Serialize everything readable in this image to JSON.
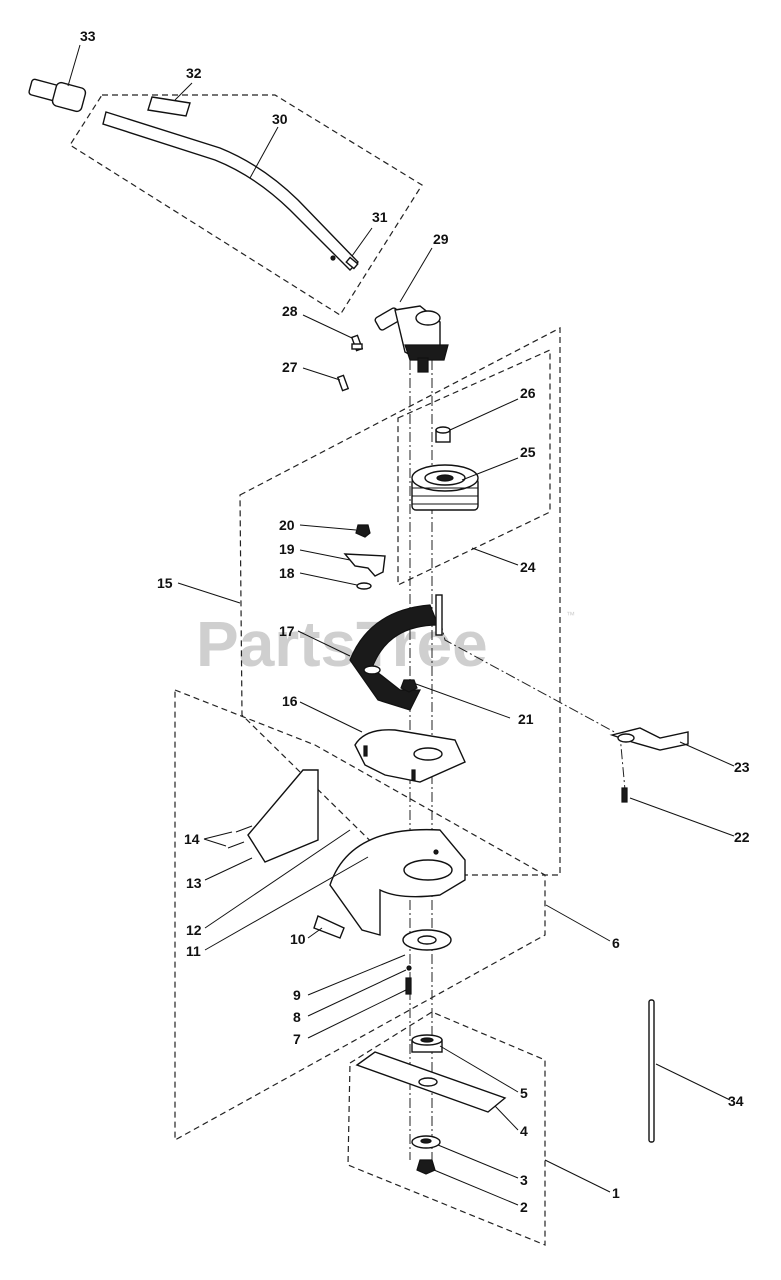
{
  "watermark": {
    "text": "PartsTree",
    "trademark": "™"
  },
  "callouts": [
    {
      "id": "c33",
      "label": "33"
    },
    {
      "id": "c32",
      "label": "32"
    },
    {
      "id": "c30",
      "label": "30"
    },
    {
      "id": "c31",
      "label": "31"
    },
    {
      "id": "c29",
      "label": "29"
    },
    {
      "id": "c28",
      "label": "28"
    },
    {
      "id": "c27",
      "label": "27"
    },
    {
      "id": "c26",
      "label": "26"
    },
    {
      "id": "c25",
      "label": "25"
    },
    {
      "id": "c20",
      "label": "20"
    },
    {
      "id": "c19",
      "label": "19"
    },
    {
      "id": "c18",
      "label": "18"
    },
    {
      "id": "c24",
      "label": "24"
    },
    {
      "id": "c15",
      "label": "15"
    },
    {
      "id": "c17",
      "label": "17"
    },
    {
      "id": "c21",
      "label": "21"
    },
    {
      "id": "c16",
      "label": "16"
    },
    {
      "id": "c23",
      "label": "23"
    },
    {
      "id": "c22",
      "label": "22"
    },
    {
      "id": "c14",
      "label": "14"
    },
    {
      "id": "c13",
      "label": "13"
    },
    {
      "id": "c12",
      "label": "12"
    },
    {
      "id": "c11",
      "label": "11"
    },
    {
      "id": "c10",
      "label": "10"
    },
    {
      "id": "c6",
      "label": "6"
    },
    {
      "id": "c9",
      "label": "9"
    },
    {
      "id": "c8",
      "label": "8"
    },
    {
      "id": "c7",
      "label": "7"
    },
    {
      "id": "c5",
      "label": "5"
    },
    {
      "id": "c34",
      "label": "34"
    },
    {
      "id": "c4",
      "label": "4"
    },
    {
      "id": "c3",
      "label": "3"
    },
    {
      "id": "c2",
      "label": "2"
    },
    {
      "id": "c1",
      "label": "1"
    }
  ]
}
